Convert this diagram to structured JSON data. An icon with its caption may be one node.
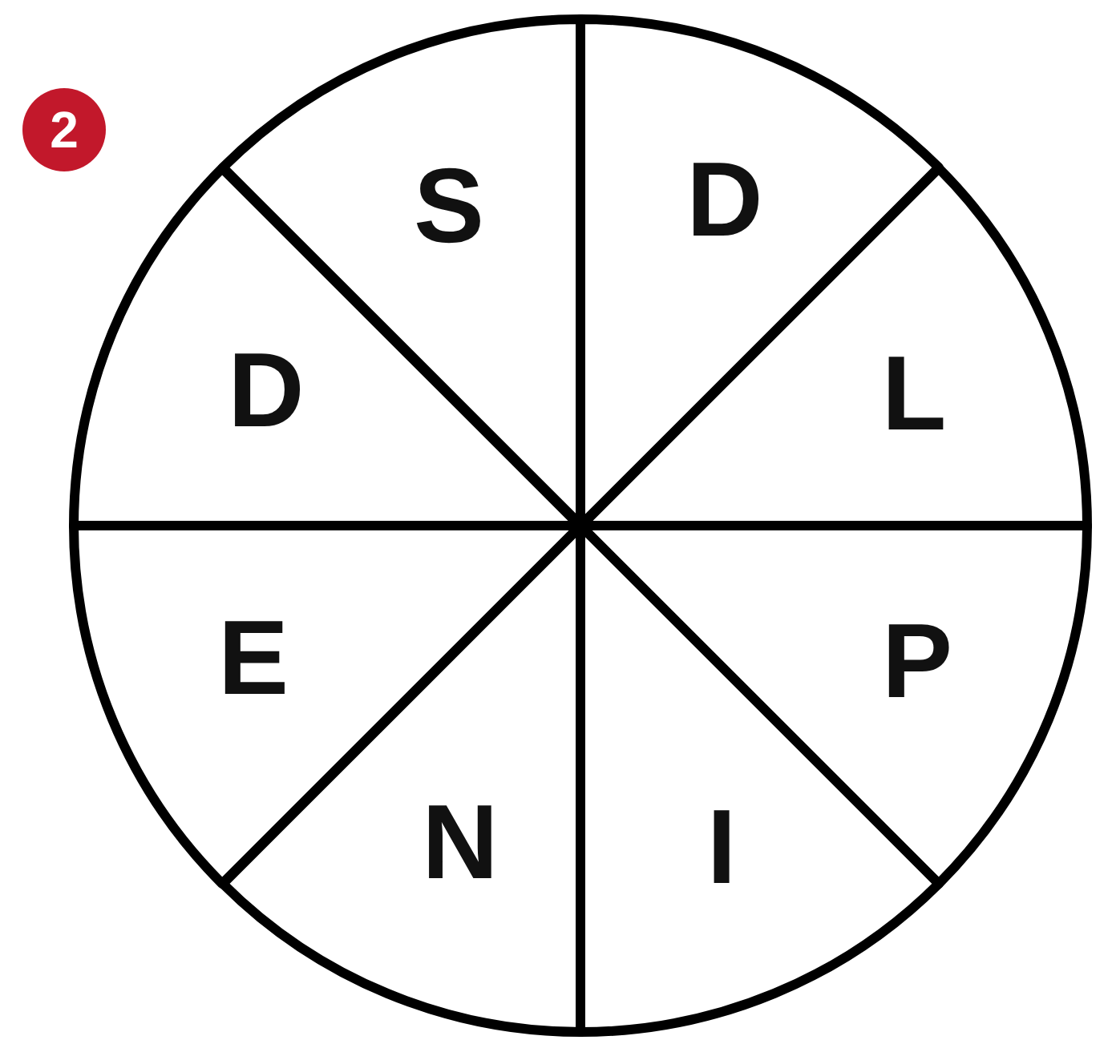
{
  "diagram": {
    "nodes": [
      {
        "text": [
          "S"
        ]
      },
      {
        "text": [
          "D"
        ]
      },
      {
        "text": [
          "D"
        ]
      },
      {
        "text": [
          "L"
        ]
      },
      {
        "text": [
          "E"
        ]
      },
      {
        "text": [
          "P"
        ]
      },
      {
        "text": [
          "N"
        ]
      },
      {
        "text": [
          "I"
        ]
      }
    ],
    "labels": [
      "2"
    ]
  }
}
